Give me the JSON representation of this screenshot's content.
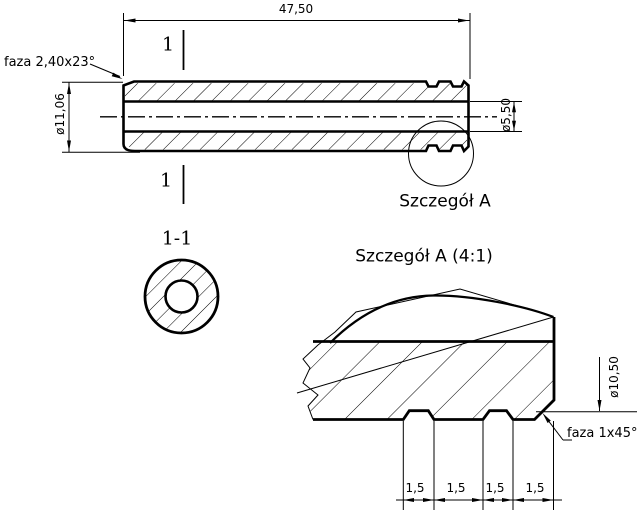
{
  "colors": {
    "ink": "#000000",
    "paper": "#ffffff"
  },
  "views": {
    "main": {
      "length_dim": "47,50",
      "outer_dia_dim": "ø11,06",
      "bore_dia_dim": "ø5,50",
      "chamfer_note": "faza 2,40x23°",
      "section_mark": "1",
      "detail_callout": "Szczegół A"
    },
    "section": {
      "title": "1-1"
    },
    "detail": {
      "title": "Szczegół A (4:1)",
      "groove_dia_dim": "ø10,50",
      "chamfer_note": "faza 1x45°",
      "pitch_dims": [
        "1,5",
        "1,5",
        "1,5",
        "1,5"
      ]
    }
  }
}
